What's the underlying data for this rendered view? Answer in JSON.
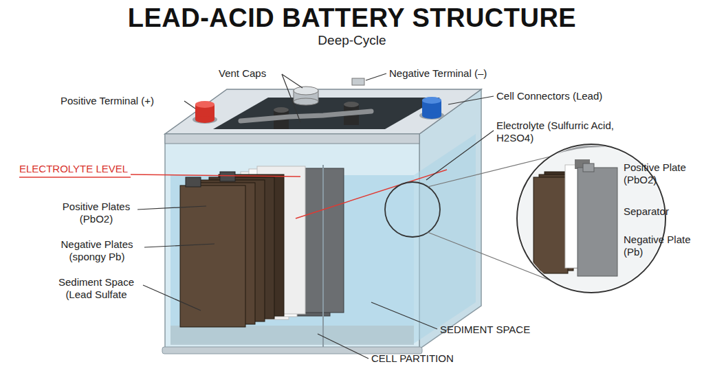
{
  "diagram": {
    "title": "LEAD-ACID BATTERY STRUCTURE",
    "labels": [
      "Deep-Cycle",
      "Vent Caps",
      "Negative Terminal (–)",
      "Positive Terminal (+)",
      "Cell Connectors (Lead)",
      "Electrolyte (Sulfurric Acid, H2SO4)",
      "ELECTROLYTE LEVEL",
      "Positive Plate (PbO2)",
      "Positive Plates (PbO2)",
      "Separator",
      "Negative Plates (spongy Pb)",
      "Negative Plate (Pb)",
      "Sediment Space (Lead Sulfate",
      "SEDIMENT SPACE",
      "CELL PARTITION"
    ]
  }
}
